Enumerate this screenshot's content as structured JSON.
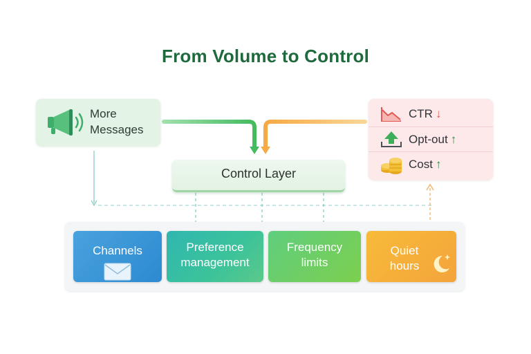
{
  "title": "From Volume to Control",
  "source": {
    "label_line1": "More",
    "label_line2": "Messages",
    "icon": "megaphone-icon"
  },
  "control_layer": {
    "label": "Control Layer"
  },
  "metrics": [
    {
      "label": "CTR",
      "arrow": "↓",
      "icon": "trend-down-icon"
    },
    {
      "label": "Opt-out",
      "arrow": "↑",
      "icon": "upload-arrow-icon"
    },
    {
      "label": "Cost",
      "arrow": "↑",
      "icon": "coins-icon"
    }
  ],
  "tiles": [
    {
      "line1": "Channels",
      "line2": "",
      "icon": "envelope-icon"
    },
    {
      "line1": "Preference",
      "line2": "management",
      "icon": ""
    },
    {
      "line1": "Frequency",
      "line2": "limits",
      "icon": ""
    },
    {
      "line1": "Quiet",
      "line2": "hours",
      "icon": "moon-star-icon"
    }
  ],
  "colors": {
    "title": "#1e6a3d",
    "green_flow": "#4cc46a",
    "orange_flow": "#f7b24a",
    "teal_dashed": "#7fc8c2",
    "orange_dashed": "#f4b26a"
  }
}
